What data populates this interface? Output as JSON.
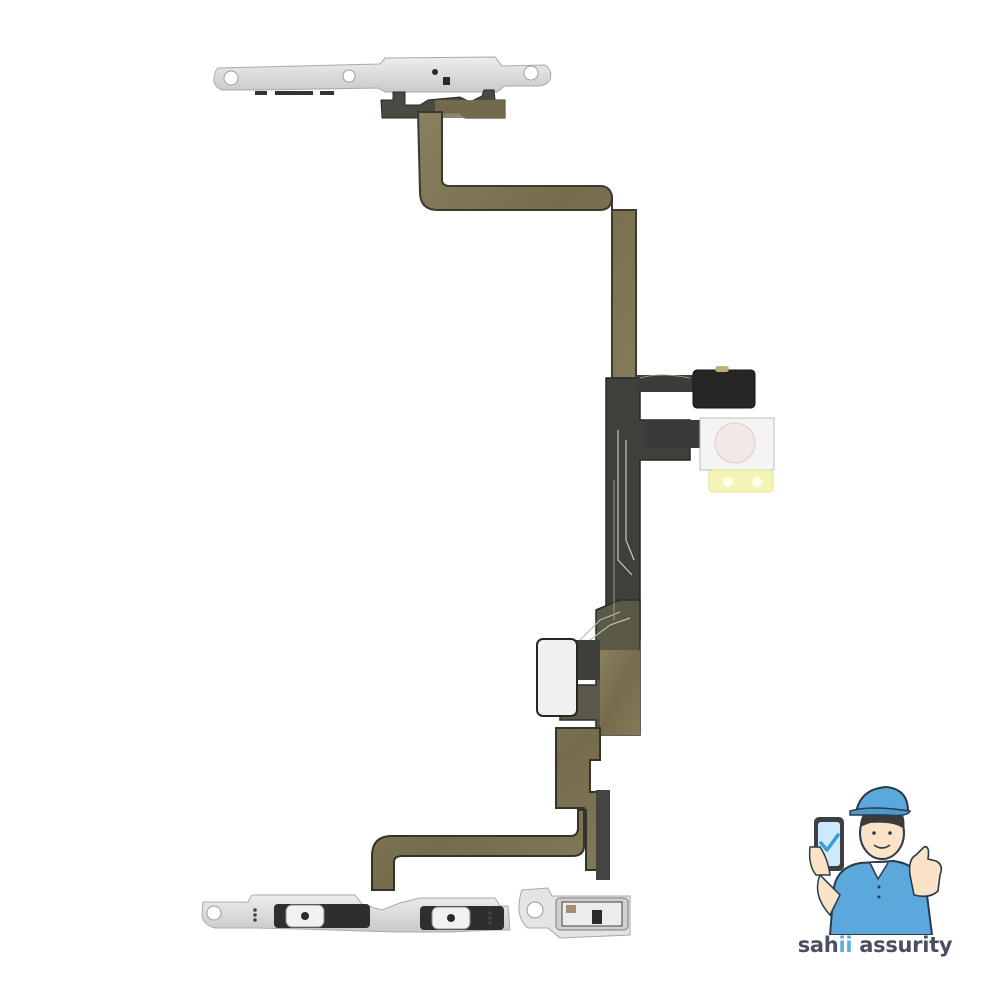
{
  "product": {
    "subject": "Power / volume button flex cable with metal brackets",
    "colors": {
      "background": "#ffffff",
      "flex_gold": "#7d7352",
      "flex_dark": "#3c3d3a",
      "bracket_silver": "#d9d9d9",
      "contact_pad": "#f2f2f0",
      "adhesive_yellow": "#f5f6b5"
    },
    "parts": {
      "top_bracket": "power-button-bracket",
      "bottom_bracket": "volume-buttons-bracket",
      "mute_switch": "ringer-switch-bracket",
      "flash_module": "flash-led-module",
      "mic_pad": "microphone-contact-pad"
    }
  },
  "watermark": {
    "brand_prefix": "sah",
    "brand_accent": "ii",
    "brand_suffix": " assurity",
    "icon": "technician-thumbs-up-with-phone-check-icon",
    "colors": {
      "text": "#4a5060",
      "accent": "#5aaee0",
      "shirt": "#5aa8dc",
      "cap": "#5aa8dc",
      "skin": "#fbe3c8",
      "phone_screen": "#cde9fa"
    }
  }
}
